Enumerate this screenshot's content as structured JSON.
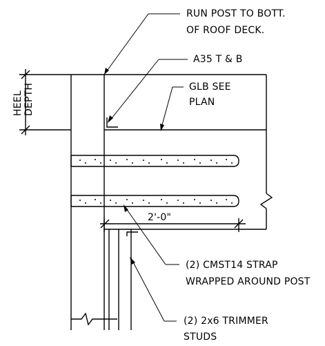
{
  "title": "",
  "labels": {
    "run_post_line1": "RUN POST TO BOTT.",
    "run_post_line2": "OF ROOF DECK.",
    "a35": "A35 T & B",
    "glb_line1": "GLB SEE",
    "glb_line2": "PLAN",
    "heel_line1": "HEEL",
    "heel_line2": "DEPTH",
    "dimension": "2'-0\"",
    "cmst_line1": "(2) CMST14 STRAP",
    "cmst_line2": "WRAPPED AROUND POST",
    "trimmer_line1": "(2) 2x6 TRIMMER",
    "trimmer_line2": "STUDS"
  },
  "colors": {
    "line": "#000000",
    "background": "#ffffff"
  }
}
